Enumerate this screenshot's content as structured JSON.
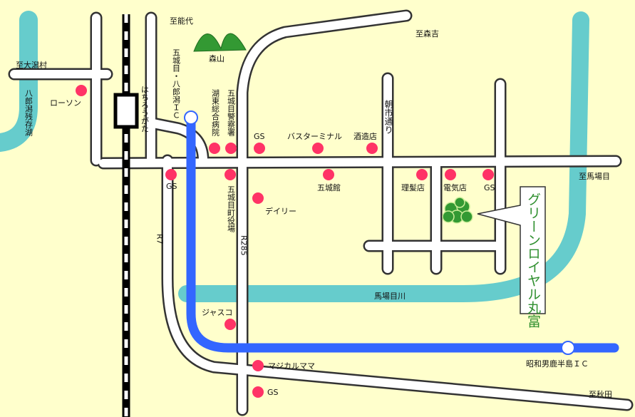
{
  "labels": {
    "nodai": "至能代",
    "morikichi": "至森吉",
    "ogata": "至大潟村",
    "hachirogata_lake": "八郎潟残存湖",
    "lawson": "ローソン",
    "hachirogata_st": "はちろうがた",
    "ic_gojome": "五城目・八郎潟ＩＣ",
    "moriyama": "森山",
    "kotou_hospital": "湖東総合病院",
    "police": "五城目警察署",
    "gs1": "GS",
    "bus_terminal": "バスターミナル",
    "sakaya": "酒造店",
    "asaichi": "朝市通り",
    "gs2": "GS",
    "town_office": "五城目町役場",
    "gojokan": "五城館",
    "barber": "理髪店",
    "electric": "電気店",
    "gs3": "GS",
    "bamame": "至馬場目",
    "daily": "デイリー",
    "r7": "R7",
    "r285": "R285",
    "green_royal": "グリーンロイヤル丸富",
    "river": "馬場目川",
    "jusco": "ジャスコ",
    "magical": "マジカルママ",
    "showa_ic": "昭和男鹿半島ＩＣ",
    "gs4": "GS",
    "akita": "至秋田"
  },
  "colors": {
    "background": "#ffffcc",
    "road": "#ffffff",
    "road_outline": "#333333",
    "water": "#66cccc",
    "expressway": "#3366ff",
    "poi": "#ff3366",
    "mountain": "#339933",
    "callout_text": "#2f8f2f"
  },
  "icons": {
    "poi": "red-dot",
    "interchange": "white-circle",
    "mountain": "mountain-icon",
    "forest": "tree-cluster-icon",
    "station": "station-icon"
  }
}
